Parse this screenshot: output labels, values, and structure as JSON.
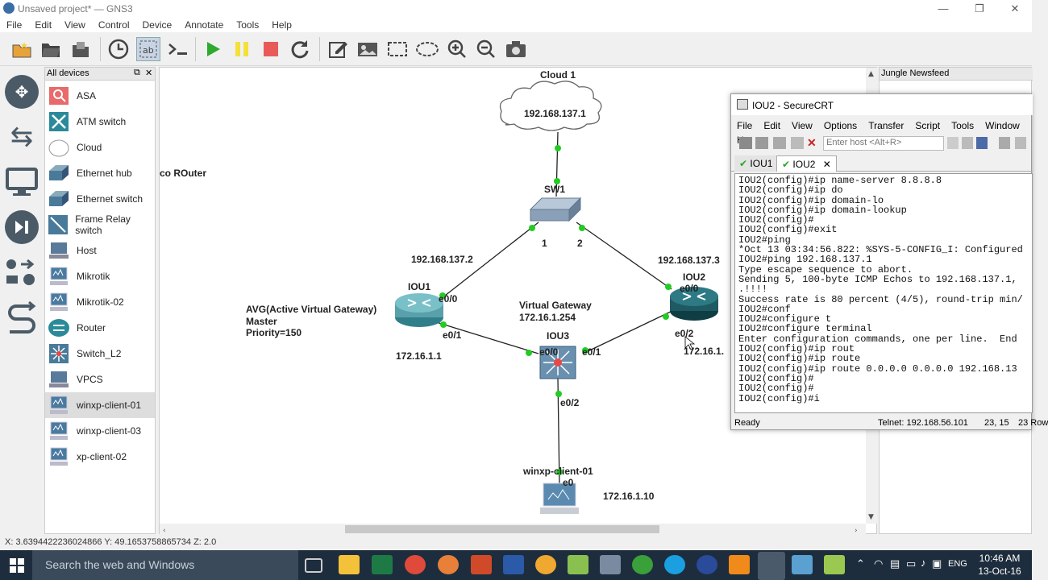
{
  "window": {
    "title": "Unsaved project* — GNS3"
  },
  "menu": [
    "File",
    "Edit",
    "View",
    "Control",
    "Device",
    "Annotate",
    "Tools",
    "Help"
  ],
  "devices_panel": {
    "title": "All devices",
    "items": [
      {
        "label": "ASA",
        "icon": "asa-icon"
      },
      {
        "label": "ATM switch",
        "icon": "atm-switch-icon"
      },
      {
        "label": "Cloud",
        "icon": "cloud-icon"
      },
      {
        "label": "Ethernet hub",
        "icon": "ethernet-hub-icon"
      },
      {
        "label": "Ethernet switch",
        "icon": "ethernet-switch-icon"
      },
      {
        "label": "Frame Relay switch",
        "icon": "frame-relay-switch-icon"
      },
      {
        "label": "Host",
        "icon": "host-icon"
      },
      {
        "label": "Mikrotik",
        "icon": "vm-icon"
      },
      {
        "label": "Mikrotik-02",
        "icon": "vm-icon"
      },
      {
        "label": "Router",
        "icon": "router-icon"
      },
      {
        "label": "Switch_L2",
        "icon": "switch-l2-icon"
      },
      {
        "label": "VPCS",
        "icon": "vpcs-icon"
      },
      {
        "label": "winxp-client-01",
        "icon": "vm-icon"
      },
      {
        "label": "winxp-client-03",
        "icon": "vm-icon"
      },
      {
        "label": "xp-client-02",
        "icon": "vm-icon"
      }
    ],
    "selected": "winxp-client-01"
  },
  "topology": {
    "cloud": {
      "name": "Cloud 1",
      "ip": "192.168.137.1"
    },
    "sw1": {
      "name": "SW1",
      "port1": "1",
      "port2": "2"
    },
    "iou1": {
      "name": "IOU1",
      "e00": "e0/0",
      "e01": "e0/1",
      "ip_up": "192.168.137.2",
      "ip_down": "172.16.1.1"
    },
    "iou2": {
      "name": "IOU2",
      "e00": "e0/0",
      "e02": "e0/2",
      "ip_up": "192.168.137.3",
      "ip_down": "172.16.1."
    },
    "iou3": {
      "name": "IOU3",
      "e00": "e0/0",
      "e01": "e0/1",
      "e02": "e0/2"
    },
    "client": {
      "name": "winxp-client-01",
      "port": "e0",
      "ip": "172.16.1.10"
    },
    "vgw": {
      "line1": "Virtual Gateway",
      "line2": "172.16.1.254"
    },
    "avg": {
      "line1": "AVG(Active Virtual Gateway)",
      "line2": "Master",
      "line3": "Priority=150"
    },
    "note": "co ROuter"
  },
  "newsfeed": {
    "title": "Jungle Newsfeed"
  },
  "securecrt": {
    "title": "IOU2 - SecureCRT",
    "menu": [
      "File",
      "Edit",
      "View",
      "Options",
      "Transfer",
      "Script",
      "Tools",
      "Window",
      "H"
    ],
    "host_placeholder": "Enter host <Alt+R>",
    "tabs": [
      {
        "label": "IOU1"
      },
      {
        "label": "IOU2"
      }
    ],
    "terminal": "IOU2(config)#ip name-server 8.8.8.8\nIOU2(config)#ip do\nIOU2(config)#ip domain-lo\nIOU2(config)#ip domain-lookup\nIOU2(config)#\nIOU2(config)#exit\nIOU2#ping\n*Oct 13 03:34:56.822: %SYS-5-CONFIG_I: Configured\nIOU2#ping 192.168.137.1\nType escape sequence to abort.\nSending 5, 100-byte ICMP Echos to 192.168.137.1,\n.!!!!\nSuccess rate is 80 percent (4/5), round-trip min/\nIOU2#conf\nIOU2#configure t\nIOU2#configure terminal\nEnter configuration commands, one per line.  End\nIOU2(config)#ip rout\nIOU2(config)#ip route\nIOU2(config)#ip route 0.0.0.0 0.0.0.0 192.168.13\nIOU2(config)#\nIOU2(config)#\nIOU2(config)#i",
    "status_left": "Ready",
    "status_conn": "Telnet: 192.168.56.101",
    "status_pos": "23, 15",
    "status_rows": "23 Row"
  },
  "statusbar": {
    "coords": "X: 3.6394422236024866 Y: 49.1653758865734 Z: 2.0"
  },
  "taskbar": {
    "search": "Search the web and Windows",
    "lang": "ENG",
    "time": "10:46 AM",
    "date": "13-Oct-16"
  },
  "colors": {
    "link_dot": "#22cc22",
    "router": "#2a8a9a",
    "taskbar": "#1d2d3d"
  }
}
